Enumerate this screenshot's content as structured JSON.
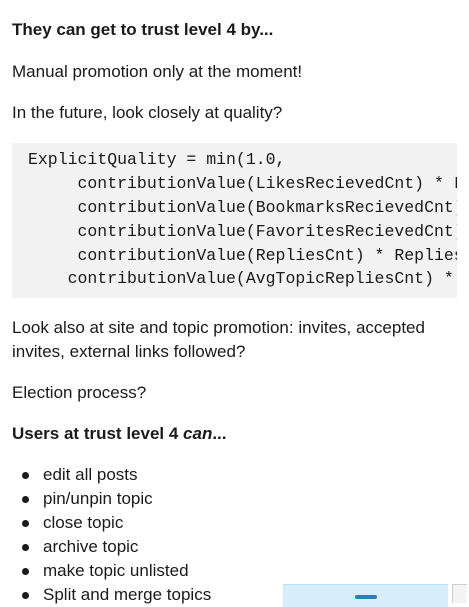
{
  "heading_trust4_by": "They can get to trust level 4 by...",
  "manual_promotion": "Manual promotion only at the moment!",
  "future_quality": "In the future, look closely at quality?",
  "code_lines": [
    "ExplicitQuality = min(1.0,",
    "     contributionValue(LikesRecievedCnt) * LikesW",
    "     contributionValue(BookmarksRecievedCnt) * Bo",
    "     contributionValue(FavoritesRecievedCnt) * Fa",
    "     contributionValue(RepliesCnt) * RepliesWeight",
    "    contributionValue(AvgTopicRepliesCnt) * AvgT"
  ],
  "site_promotion": "Look also at site and topic promotion: invites, accepted invites, external links followed?",
  "election_process": "Election process?",
  "heading_users_can": {
    "prefix": "Users at trust level 4 ",
    "emphasis": "can",
    "suffix": "..."
  },
  "permissions": [
    "edit all posts",
    "pin/unpin topic",
    "close topic",
    "archive topic",
    "make topic unlisted",
    "Split and merge topics"
  ]
}
